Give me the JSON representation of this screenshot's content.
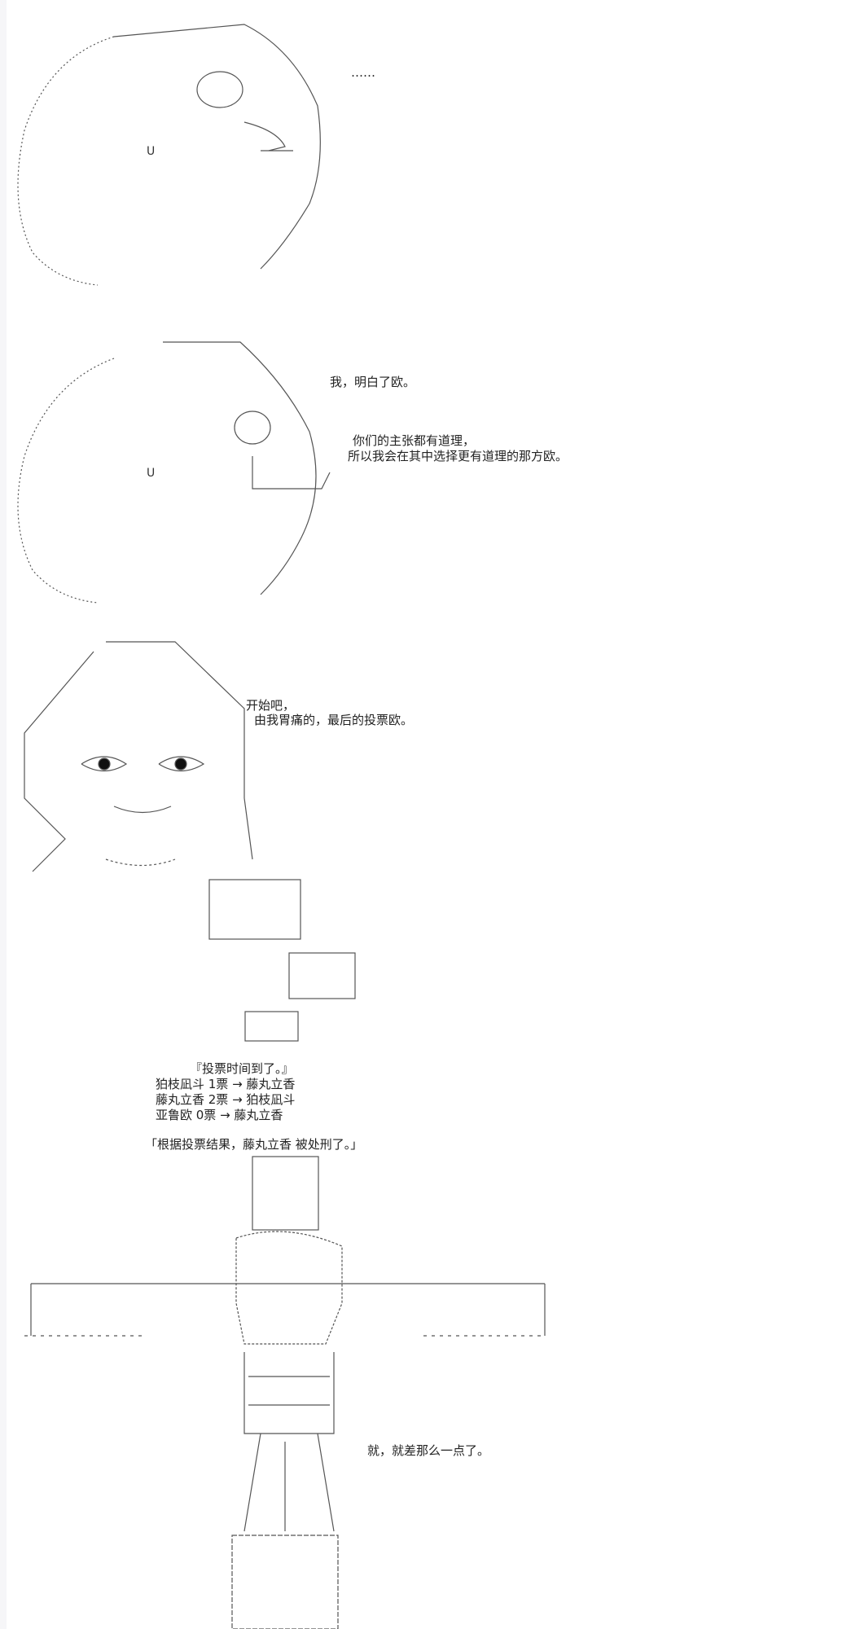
{
  "panel1": {
    "ellipsis": "……"
  },
  "panel2": {
    "line1": "我，明白了欧。",
    "line2": "你们的主张都有道理，",
    "line3": "所以我会在其中选择更有道理的那方欧。"
  },
  "panel3": {
    "line1": "开始吧，",
    "line2": "由我胃痛的，最后的投票欧。"
  },
  "vote": {
    "title": "『投票时间到了。』",
    "results": [
      "狛枝凪斗 1票 → 藤丸立香",
      "藤丸立香 2票 → 狛枝凪斗",
      "亚鲁欧 0票 → 藤丸立香"
    ],
    "verdict": "「根据投票结果，藤丸立香 被处刑了。」"
  },
  "panel4": {
    "line1": "就，就差那么一点了。"
  },
  "colors": {
    "text": "#222222",
    "art": "#555555"
  }
}
